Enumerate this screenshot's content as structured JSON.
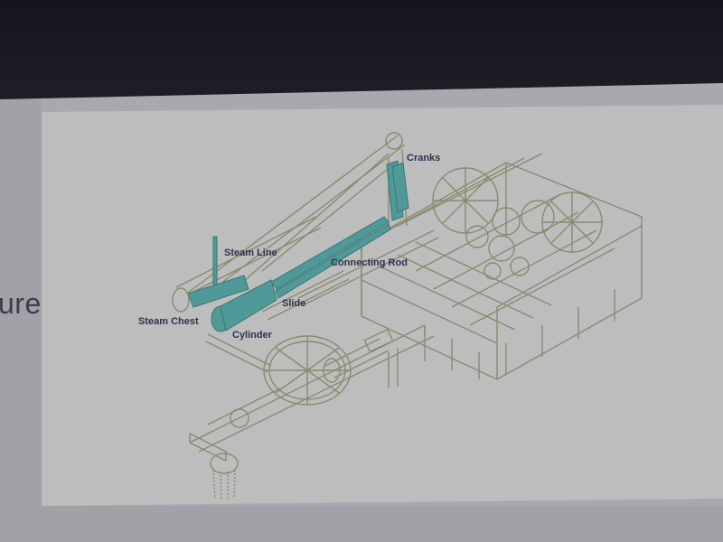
{
  "panel": {
    "title_fragment": "ure"
  },
  "diagram": {
    "subject": "steam-driven machine isometric illustration",
    "highlight_color": "#4f9a98",
    "line_color": "#8a8a6e",
    "labels": {
      "cranks": "Cranks",
      "steam_line": "Steam Line",
      "connecting_rod": "Connecting Rod",
      "slide": "Slide",
      "steam_chest": "Steam Chest",
      "cylinder": "Cylinder"
    }
  }
}
